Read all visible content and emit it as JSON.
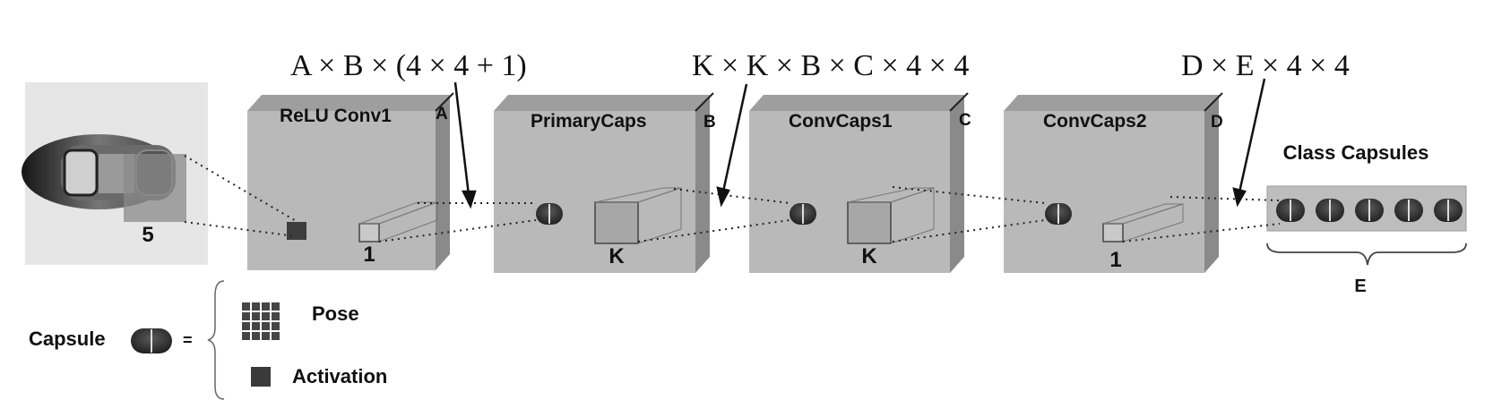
{
  "formulas": {
    "conv1": "A × B × (4 × 4 + 1)",
    "primary": "K × K × B × C × 4 × 4",
    "class": "D × E × 4 × 4"
  },
  "layers": [
    {
      "title": "ReLU Conv1",
      "corner": "A",
      "kernel": "1"
    },
    {
      "title": "PrimaryCaps",
      "corner": "B",
      "kernel": "K"
    },
    {
      "title": "ConvCaps1",
      "corner": "C",
      "kernel": "K"
    },
    {
      "title": "ConvCaps2",
      "corner": "D",
      "kernel": "1"
    }
  ],
  "input": {
    "kernel": "5"
  },
  "class_capsules": {
    "title": "Class Capsules",
    "count_label": "E",
    "count": 5
  },
  "legend": {
    "capsule": "Capsule",
    "equals": "=",
    "pose": "Pose",
    "activation": "Activation"
  },
  "colors": {
    "box_front": "#b8b8b8",
    "box_top": "#9d9d9d",
    "box_side": "#8a8a8a",
    "capsule": "#3a3a3a",
    "pose_grid": "#454545"
  }
}
